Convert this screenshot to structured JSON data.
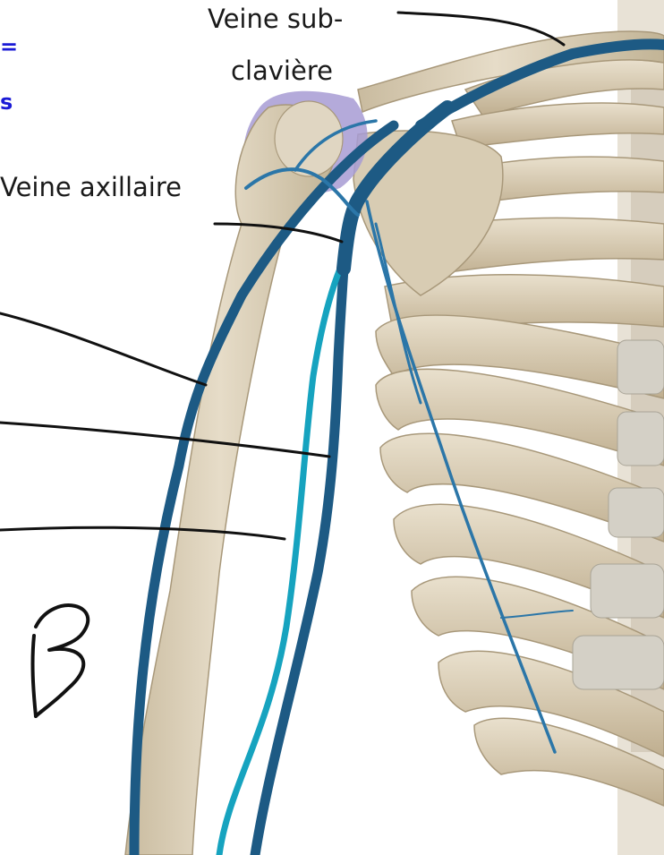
{
  "labels": {
    "subclavian_line1": "Veine sub-",
    "subclavian_line2": "clavière",
    "axillary": "Veine axillaire"
  },
  "cut_text": {
    "line1": "=",
    "line2": "s"
  },
  "handwritten_mark": "B",
  "colors": {
    "vein_dark": "#1d5a84",
    "vein_mid": "#2b76a8",
    "vein_light": "#16a3bf",
    "bone": "#ded2bb",
    "bone_shadow": "#b9ab8e",
    "cartilage": "#cfcbc0",
    "capsule": "#a79bd4",
    "ink": "#111111",
    "cut_text": "#1a1ad6"
  }
}
